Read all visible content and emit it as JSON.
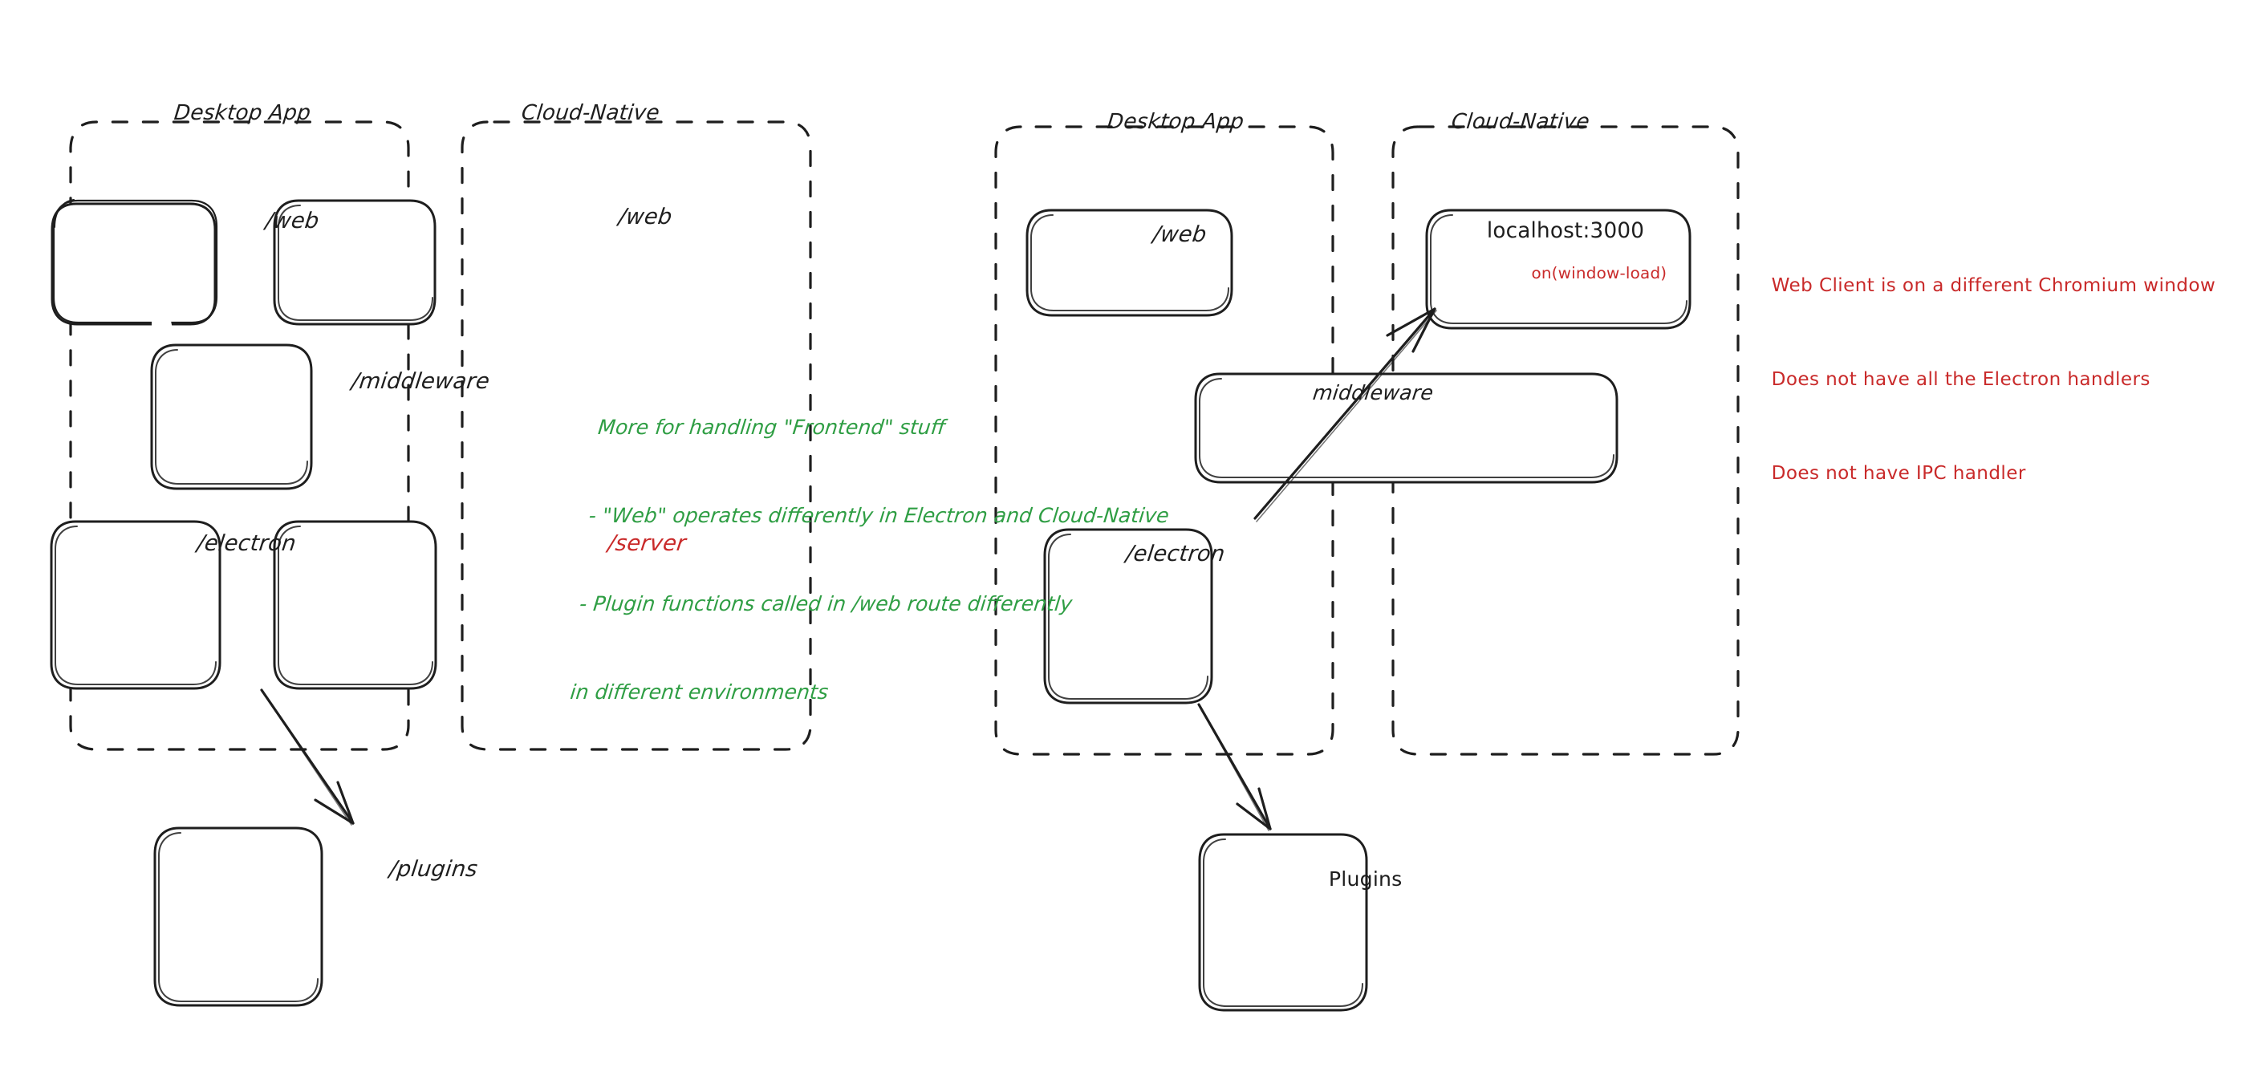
{
  "canvas": {
    "background": "#ffffff",
    "ink": "#1e1e1e",
    "red": "#c92a2a",
    "green": "#2f9e44"
  },
  "diagrams": [
    {
      "id": "left-diagram",
      "groups": [
        {
          "id": "left-desktop",
          "title": "Desktop App",
          "nodes": [
            {
              "id": "left-desktop-web",
              "label": "/web",
              "color": "#1e1e1e"
            },
            {
              "id": "left-desktop-electron",
              "label": "/electron",
              "color": "#1e1e1e"
            }
          ]
        },
        {
          "id": "left-cloud",
          "title": "Cloud-Native",
          "nodes": [
            {
              "id": "left-cloud-web",
              "label": "/web",
              "color": "#1e1e1e"
            },
            {
              "id": "left-cloud-server",
              "label": "/server",
              "color": "#c92a2a"
            }
          ]
        }
      ],
      "straddle_nodes": [
        {
          "id": "left-middleware",
          "label": "/middleware",
          "color": "#1e1e1e"
        }
      ],
      "outside_nodes": [
        {
          "id": "left-plugins",
          "label": "/plugins",
          "color": "#1e1e1e"
        }
      ],
      "arrows": [
        {
          "id": "left-electron-to-plugins",
          "from": "left-desktop-electron",
          "to": "left-plugins"
        }
      ]
    },
    {
      "id": "right-diagram",
      "groups": [
        {
          "id": "right-desktop",
          "title": "Desktop App",
          "nodes": [
            {
              "id": "right-desktop-web",
              "label": "/web",
              "color": "#1e1e1e"
            },
            {
              "id": "right-desktop-electron",
              "label": "/electron",
              "color": "#1e1e1e"
            }
          ]
        },
        {
          "id": "right-cloud",
          "title": "Cloud-Native",
          "nodes": [
            {
              "id": "right-cloud-localhost",
              "label": "localhost:3000",
              "sublabel": "on(window-load)",
              "color": "#1e1e1e",
              "sublabel_color": "#c92a2a"
            }
          ]
        }
      ],
      "straddle_nodes": [
        {
          "id": "right-middleware",
          "label": "middleware",
          "color": "#1e1e1e"
        }
      ],
      "outside_nodes": [
        {
          "id": "right-plugins",
          "label": "Plugins",
          "color": "#1e1e1e"
        }
      ],
      "arrows": [
        {
          "id": "right-electron-to-plugins",
          "from": "right-desktop-electron",
          "to": "right-plugins"
        },
        {
          "id": "right-electron-to-localhost",
          "from": "right-desktop-electron",
          "to": "right-cloud-localhost"
        }
      ]
    }
  ],
  "annotations": [
    {
      "id": "green-note",
      "color": "#2f9e44",
      "lines": [
        "More for handling \"Frontend\" stuff",
        "- \"Web\" operates differently in Electron and Cloud-Native",
        "- Plugin functions called in /web route differently",
        "in different environments"
      ]
    },
    {
      "id": "red-note",
      "color": "#c92a2a",
      "lines": [
        "Web Client is on a different Chromium window",
        "Does not have all the Electron handlers",
        "Does not have IPC handler"
      ]
    }
  ]
}
